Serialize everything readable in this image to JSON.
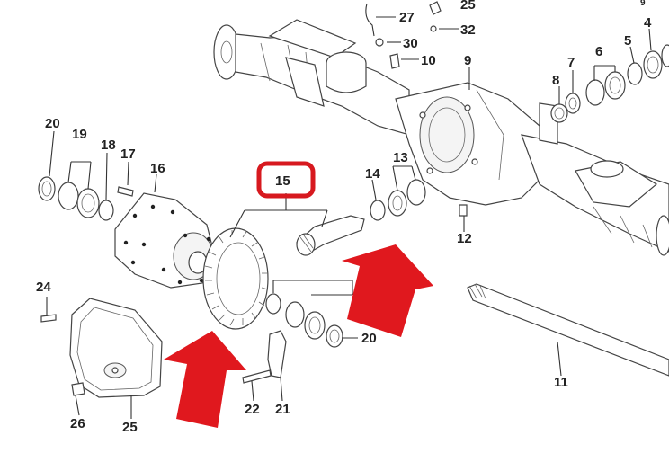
{
  "diagram": {
    "highlight_color": "#d7191f",
    "arrow_color": "#e0181e",
    "highlighted_part": "15",
    "callouts": {
      "c27": "27",
      "c25": "25",
      "c32": "32",
      "c30": "30",
      "c10": "10",
      "c9": "9",
      "c9small": "9",
      "c4": "4",
      "c5": "5",
      "c6": "6",
      "c7": "7",
      "c8": "8",
      "c20a": "20",
      "c19": "19",
      "c18": "18",
      "c17": "17",
      "c16": "16",
      "c15": "15",
      "c14": "14",
      "c13": "13",
      "c12": "12",
      "c24": "24",
      "c20b": "20",
      "c11": "11",
      "c22": "22",
      "c21": "21",
      "c26": "26",
      "c25b": "25"
    }
  }
}
